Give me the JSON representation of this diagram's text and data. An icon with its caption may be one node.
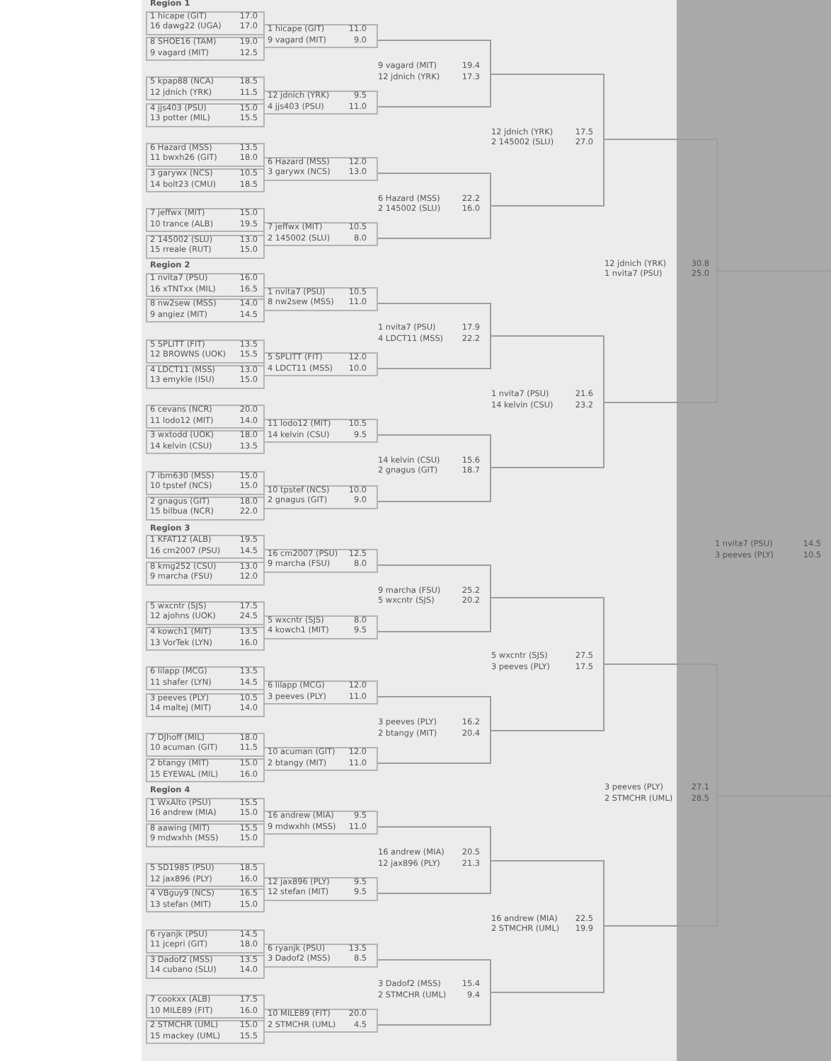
{
  "diagram": {
    "nodes": [
      {
        "text": [
          "1 hicape (GIT)",
          "17.0",
          "16 dawg22 (UGA)",
          "17.0"
        ]
      },
      {
        "text": [
          "8 SHOE16 (TAM)",
          "19.0",
          "9 vagard (MIT)",
          "12.5"
        ]
      },
      {
        "text": [
          "5 kpap88 (NCA)",
          "18.5",
          "12 jdnich (YRK)",
          "11.5"
        ]
      },
      {
        "text": [
          "4 jjs403 (PSU)",
          "15.0",
          "13 potter (MIL)",
          "15.5"
        ]
      },
      {
        "text": [
          "6 Hazard (MSS)",
          "13.5",
          "11 bwxh26 (GIT)",
          "18.0"
        ]
      },
      {
        "text": [
          "3 garywx (NCS)",
          "10.5",
          "14 bolt23 (CMU)",
          "18.5"
        ]
      },
      {
        "text": [
          "7 jeffwx (MIT)",
          "15.0",
          "10 trance (ALB)",
          "19.5"
        ]
      },
      {
        "text": [
          "2 145002 (SLU)",
          "13.0",
          "15 rreale (RUT)",
          "15.0"
        ]
      },
      {
        "text": [
          "1 hicape (GIT)",
          "11.0",
          "9 vagard (MIT)",
          "9.0"
        ]
      },
      {
        "text": [
          "12 jdnich (YRK)",
          "9.5",
          "4 jjs403 (PSU)",
          "11.0"
        ]
      },
      {
        "text": [
          "6 Hazard (MSS)",
          "12.0",
          "3 garywx (NCS)",
          "13.0"
        ]
      },
      {
        "text": [
          "7 jeffwx (MIT)",
          "10.5",
          "2 145002 (SLU)",
          "8.0"
        ]
      },
      {
        "text": [
          "9 vagard (MIT)",
          "19.4",
          "12 jdnich (YRK)",
          "17.3"
        ]
      },
      {
        "text": [
          "6 Hazard (MSS)",
          "22.2",
          "2 145002 (SLU)",
          "16.0"
        ]
      },
      {
        "text": [
          "12 jdnich (YRK)",
          "17.5",
          "2 145002 (SLU)",
          "27.0"
        ]
      },
      {
        "text": [
          "1 nvita7 (PSU)",
          "16.0",
          "16 xTNTxx (MIL)",
          "16.5"
        ]
      },
      {
        "text": [
          "8 nw2sew (MSS)",
          "14.0",
          "9 angiez (MIT)",
          "14.5"
        ]
      },
      {
        "text": [
          "5 SPLITT (FIT)",
          "13.5",
          "12 BROWNS (UOK)",
          "15.5"
        ]
      },
      {
        "text": [
          "4 LDCT11 (MSS)",
          "13.0",
          "13 emykle (ISU)",
          "15.0"
        ]
      },
      {
        "text": [
          "6 cevans (NCR)",
          "20.0",
          "11 lodo12 (MIT)",
          "14.0"
        ]
      },
      {
        "text": [
          "3 wxtodd (UOK)",
          "18.0",
          "14 kelvin (CSU)",
          "13.5"
        ]
      },
      {
        "text": [
          "7 ibm630 (MSS)",
          "15.0",
          "10 tpstef (NCS)",
          "15.0"
        ]
      },
      {
        "text": [
          "2 gnagus (GIT)",
          "18.0",
          "15 bilbua (NCR)",
          "22.0"
        ]
      },
      {
        "text": [
          "1 nvita7 (PSU)",
          "10.5",
          "8 nw2sew (MSS)",
          "11.0"
        ]
      },
      {
        "text": [
          "5 SPLITT (FIT)",
          "12.0",
          "4 LDCT11 (MSS)",
          "10.0"
        ]
      },
      {
        "text": [
          "11 lodo12 (MIT)",
          "10.5",
          "14 kelvin (CSU)",
          "9.5"
        ]
      },
      {
        "text": [
          "10 tpstef (NCS)",
          "10.0",
          "2 gnagus (GIT)",
          "9.0"
        ]
      },
      {
        "text": [
          "1 nvita7 (PSU)",
          "17.9",
          "4 LDCT11 (MSS)",
          "22.2"
        ]
      },
      {
        "text": [
          "14 kelvin (CSU)",
          "15.6",
          "2 gnagus (GIT)",
          "18.7"
        ]
      },
      {
        "text": [
          "1 nvita7 (PSU)",
          "21.6",
          "14 kelvin (CSU)",
          "23.2"
        ]
      },
      {
        "text": [
          "1 KFAT12 (ALB)",
          "19.5",
          "16 cm2007 (PSU)",
          "14.5"
        ]
      },
      {
        "text": [
          "8 kmg252 (CSU)",
          "13.0",
          "9 marcha (FSU)",
          "12.0"
        ]
      },
      {
        "text": [
          "5 wxcntr (SJS)",
          "17.5",
          "12 ajohns (UOK)",
          "24.5"
        ]
      },
      {
        "text": [
          "4 kowch1 (MIT)",
          "13.5",
          "13 VorTek (LYN)",
          "16.0"
        ]
      },
      {
        "text": [
          "6 lilapp (MCG)",
          "13.5",
          "11 shafer (LYN)",
          "14.5"
        ]
      },
      {
        "text": [
          "3 peeves (PLY)",
          "10.5",
          "14 maltej (MIT)",
          "14.0"
        ]
      },
      {
        "text": [
          "7 DJhoff (MIL)",
          "18.0",
          "10 acuman (GIT)",
          "11.5"
        ]
      },
      {
        "text": [
          "2 btangy (MIT)",
          "15.0",
          "15 EYEWAL (MIL)",
          "16.0"
        ]
      },
      {
        "text": [
          "16 cm2007 (PSU)",
          "12.5",
          "9 marcha (FSU)",
          "8.0"
        ]
      },
      {
        "text": [
          "5 wxcntr (SJS)",
          "8.0",
          "4 kowch1 (MIT)",
          "9.5"
        ]
      },
      {
        "text": [
          "6 lilapp (MCG)",
          "12.0",
          "3 peeves (PLY)",
          "11.0"
        ]
      },
      {
        "text": [
          "10 acuman (GIT)",
          "12.0",
          "2 btangy (MIT)",
          "11.0"
        ]
      },
      {
        "text": [
          "9 marcha (FSU)",
          "25.2",
          "5 wxcntr (SJS)",
          "20.2"
        ]
      },
      {
        "text": [
          "3 peeves (PLY)",
          "16.2",
          "2 btangy (MIT)",
          "20.4"
        ]
      },
      {
        "text": [
          "5 wxcntr (SJS)",
          "27.5",
          "3 peeves (PLY)",
          "17.5"
        ]
      },
      {
        "text": [
          "1 WxAlto (PSU)",
          "15.5",
          "16 andrew (MIA)",
          "15.0"
        ]
      },
      {
        "text": [
          "8 aawing (MIT)",
          "15.5",
          "9 mdwxhh (MSS)",
          "15.0"
        ]
      },
      {
        "text": [
          "5 SD1985 (PSU)",
          "18.5",
          "12 jax896 (PLY)",
          "16.0"
        ]
      },
      {
        "text": [
          "4 VBguy9 (NCS)",
          "16.5",
          "13 stefan (MIT)",
          "15.0"
        ]
      },
      {
        "text": [
          "6 ryanjk (PSU)",
          "14.5",
          "11 jcepri (GIT)",
          "18.0"
        ]
      },
      {
        "text": [
          "3 Dadof2 (MSS)",
          "13.5",
          "14 cubano (SLU)",
          "14.0"
        ]
      },
      {
        "text": [
          "7 cookxx (ALB)",
          "17.5",
          "10 MILE89 (FIT)",
          "16.0"
        ]
      },
      {
        "text": [
          "2 STMCHR (UML)",
          "15.0",
          "15 mackey (UML)",
          "15.5"
        ]
      },
      {
        "text": [
          "16 andrew (MIA)",
          "9.5",
          "9 mdwxhh (MSS)",
          "11.0"
        ]
      },
      {
        "text": [
          "12 jax896 (PLY)",
          "9.5",
          "12 stefan (MIT)",
          "9.5"
        ]
      },
      {
        "text": [
          "6 ryanjk (PSU)",
          "13.5",
          "3 Dadof2 (MSS)",
          "8.5"
        ]
      },
      {
        "text": [
          "10 MILE89 (FIT)",
          "20.0",
          "2 STMCHR (UML)",
          "4.5"
        ]
      },
      {
        "text": [
          "16 andrew (MIA)",
          "20.5",
          "12 jax896 (PLY)",
          "21.3"
        ]
      },
      {
        "text": [
          "3 Dadof2 (MSS)",
          "15.4",
          "2 STMCHR (UML)",
          "9.4"
        ]
      },
      {
        "text": [
          "16 andrew (MIA)",
          "22.5",
          "2 STMCHR (UML)",
          "19.9"
        ]
      },
      {
        "text": [
          "12 jdnich (YRK)",
          "30.8",
          "1 nvita7 (PSU)",
          "25.0"
        ]
      },
      {
        "text": [
          "3 peeves (PLY)",
          "27.1",
          "2 STMCHR (UML)",
          "28.5"
        ]
      }
    ],
    "edges": [
      {
        "from": 8,
        "to": 12,
        "arrow": "none"
      },
      {
        "from": 9,
        "to": 12,
        "arrow": "none"
      },
      {
        "from": 10,
        "to": 13,
        "arrow": "none"
      },
      {
        "from": 11,
        "to": 13,
        "arrow": "none"
      },
      {
        "from": 12,
        "to": 14,
        "arrow": "none"
      },
      {
        "from": 13,
        "to": 14,
        "arrow": "none"
      },
      {
        "from": 23,
        "to": 27,
        "arrow": "none"
      },
      {
        "from": 24,
        "to": 27,
        "arrow": "none"
      },
      {
        "from": 25,
        "to": 28,
        "arrow": "none"
      },
      {
        "from": 26,
        "to": 28,
        "arrow": "none"
      },
      {
        "from": 27,
        "to": 29,
        "arrow": "none"
      },
      {
        "from": 28,
        "to": 29,
        "arrow": "none"
      },
      {
        "from": 38,
        "to": 42,
        "arrow": "none"
      },
      {
        "from": 39,
        "to": 42,
        "arrow": "none"
      },
      {
        "from": 40,
        "to": 43,
        "arrow": "none"
      },
      {
        "from": 41,
        "to": 43,
        "arrow": "none"
      },
      {
        "from": 42,
        "to": 44,
        "arrow": "none"
      },
      {
        "from": 43,
        "to": 44,
        "arrow": "none"
      },
      {
        "from": 53,
        "to": 57,
        "arrow": "none"
      },
      {
        "from": 54,
        "to": 57,
        "arrow": "none"
      },
      {
        "from": 55,
        "to": 58,
        "arrow": "none"
      },
      {
        "from": 56,
        "to": 58,
        "arrow": "none"
      },
      {
        "from": 57,
        "to": 59,
        "arrow": "none"
      },
      {
        "from": 58,
        "to": 59,
        "arrow": "none"
      },
      {
        "from": 14,
        "to": 60,
        "arrow": "none"
      },
      {
        "from": 29,
        "to": 60,
        "arrow": "none"
      },
      {
        "from": 44,
        "to": 61,
        "arrow": "none"
      },
      {
        "from": 59,
        "to": 61,
        "arrow": "none"
      },
      {
        "from": 60,
        "to": null,
        "arrow": "none"
      },
      {
        "from": 61,
        "to": null,
        "arrow": "none"
      }
    ],
    "labels": [
      "Region 1",
      "Region 2",
      "Region 3",
      "1 nvita7 (PSU)",
      "14.5",
      "3 peeves (PLY)",
      "10.5",
      "Region 4"
    ]
  }
}
